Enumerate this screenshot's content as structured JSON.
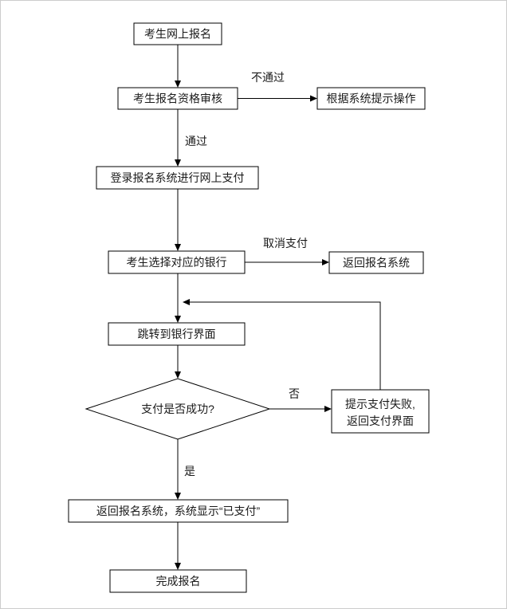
{
  "flowchart": {
    "nodes": {
      "register": {
        "label": "考生网上报名"
      },
      "qualification_review": {
        "label": "考生报名资格审核"
      },
      "follow_system_prompt": {
        "label": "根据系统提示操作"
      },
      "login_online_payment": {
        "label": "登录报名系统进行网上支付"
      },
      "select_bank": {
        "label": "考生选择对应的银行"
      },
      "return_registration_system": {
        "label": "返回报名系统"
      },
      "jump_to_bank": {
        "label": "跳转到银行界面"
      },
      "payment_success_decision": {
        "label": "支付是否成功?"
      },
      "payment_failed": {
        "lines": [
          "提示支付失败,",
          "返回支付界面"
        ]
      },
      "return_paid": {
        "label": "返回报名系统，系统显示“已支付”"
      },
      "complete": {
        "label": "完成报名"
      }
    },
    "edge_labels": {
      "not_passed": "不通过",
      "passed": "通过",
      "cancel_payment": "取消支付",
      "no": "否",
      "yes": "是"
    },
    "colors": {
      "stroke": "#000000",
      "background": "#ffffff"
    }
  }
}
